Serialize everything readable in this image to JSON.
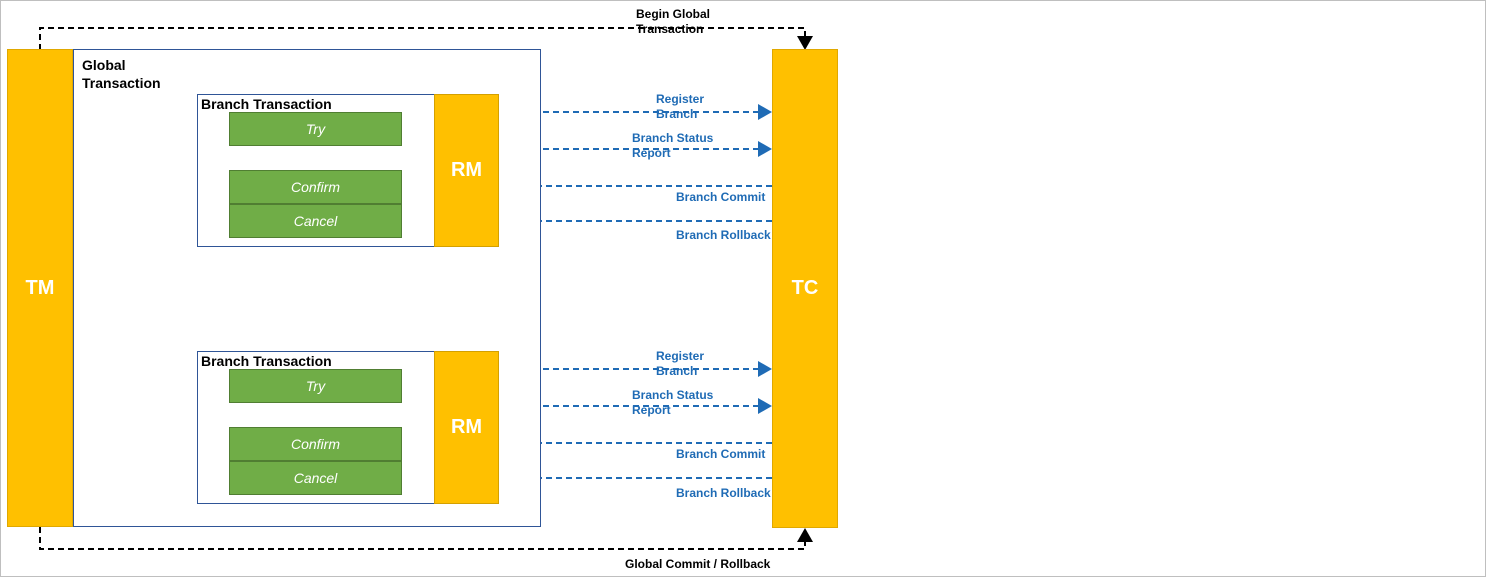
{
  "colors": {
    "tm_tc_rm_fill": "#ffc000",
    "operation_fill": "#70ad47",
    "border_blue": "#2f5597",
    "arrow_blue": "#1f6bb5",
    "arrow_black": "#000000"
  },
  "tm": {
    "label": "TM"
  },
  "tc": {
    "label": "TC"
  },
  "global_transaction": {
    "label": "Global Transaction"
  },
  "top_link": {
    "label": "Begin Global Transaction"
  },
  "bottom_link": {
    "label": "Global Commit / Rollback"
  },
  "branches": [
    {
      "title": "Branch Transaction",
      "rm_label": "RM",
      "operations": [
        "Try",
        "Confirm",
        "Cancel"
      ],
      "messages": [
        "Register Branch",
        "Branch Status Report",
        "Branch Commit",
        "Branch Rollback"
      ]
    },
    {
      "title": "Branch Transaction",
      "rm_label": "RM",
      "operations": [
        "Try",
        "Confirm",
        "Cancel"
      ],
      "messages": [
        "Register Branch",
        "Branch Status Report",
        "Branch Commit",
        "Branch Rollback"
      ]
    }
  ]
}
